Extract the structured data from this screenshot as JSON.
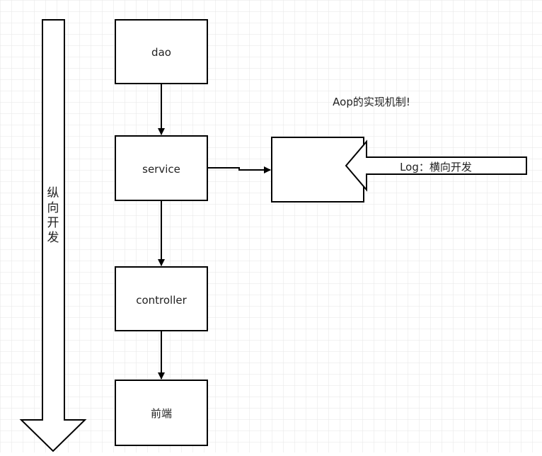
{
  "diagram": {
    "title": "Aop的实现机制!",
    "nodes": [
      {
        "id": "dao",
        "label": "dao"
      },
      {
        "id": "service",
        "label": "service"
      },
      {
        "id": "controller",
        "label": "controller"
      },
      {
        "id": "frontend",
        "label": "前端"
      },
      {
        "id": "proxy",
        "label": ""
      }
    ],
    "vertical_arrow": {
      "label_chars": [
        "纵",
        "向",
        "开",
        "发"
      ]
    },
    "horizontal_arrow": {
      "label": "Log：横向开发"
    },
    "edges": [
      {
        "from": "dao",
        "to": "service"
      },
      {
        "from": "service",
        "to": "controller"
      },
      {
        "from": "controller",
        "to": "frontend"
      },
      {
        "from": "service",
        "to": "proxy"
      }
    ],
    "colors": {
      "stroke": "#000000",
      "grid": "#e6e6e6",
      "background": "#ffffff",
      "text": "#222222"
    }
  }
}
